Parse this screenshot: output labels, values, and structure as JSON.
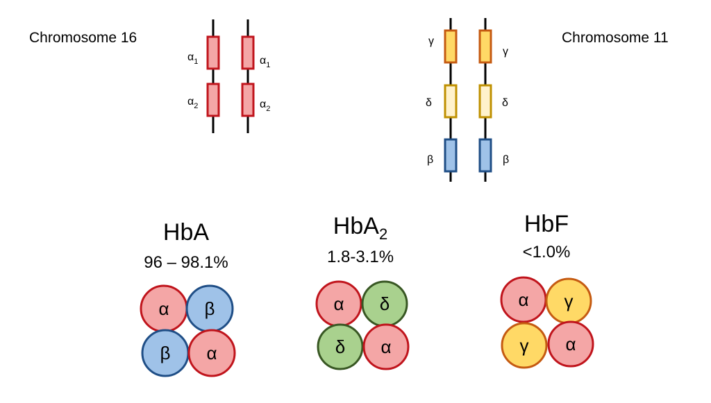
{
  "chromosome16": {
    "label": "Chromosome 16",
    "genes": [
      {
        "label": "α",
        "sub": "1"
      },
      {
        "label": "α",
        "sub": "2"
      }
    ]
  },
  "chromosome11": {
    "label": "Chromosome 11",
    "genes": [
      {
        "label": "γ"
      },
      {
        "label": "δ"
      },
      {
        "label": "β"
      }
    ]
  },
  "hemoglobins": [
    {
      "name": "HbA",
      "name_sub": "",
      "percent": "96 – 98.1%",
      "subunits": [
        "α",
        "β",
        "β",
        "α"
      ]
    },
    {
      "name": "HbA",
      "name_sub": "2",
      "percent": "1.8-3.1%",
      "subunits": [
        "α",
        "δ",
        "δ",
        "α"
      ]
    },
    {
      "name": "HbF",
      "name_sub": "",
      "percent": "<1.0%",
      "subunits": [
        "α",
        "γ",
        "γ",
        "α"
      ]
    }
  ],
  "colors": {
    "alpha": {
      "fill": "#f4a6a6",
      "stroke": "#c0141c"
    },
    "beta": {
      "fill": "#9fc2e8",
      "stroke": "#1f4e86"
    },
    "delta": {
      "fill": "#a9d18e",
      "stroke": "#385723"
    },
    "gamma": {
      "fill": "#ffd966",
      "stroke": "#c55a11"
    },
    "gamma_gene": {
      "fill": "#ffd966",
      "stroke": "#c55a11"
    },
    "delta_gene": {
      "fill": "#fff2cc",
      "stroke": "#bf9000"
    },
    "beta_gene": {
      "fill": "#9fc2e8",
      "stroke": "#1f4e86"
    },
    "alpha_gene": {
      "fill": "#f4a6a6",
      "stroke": "#c0141c"
    }
  }
}
